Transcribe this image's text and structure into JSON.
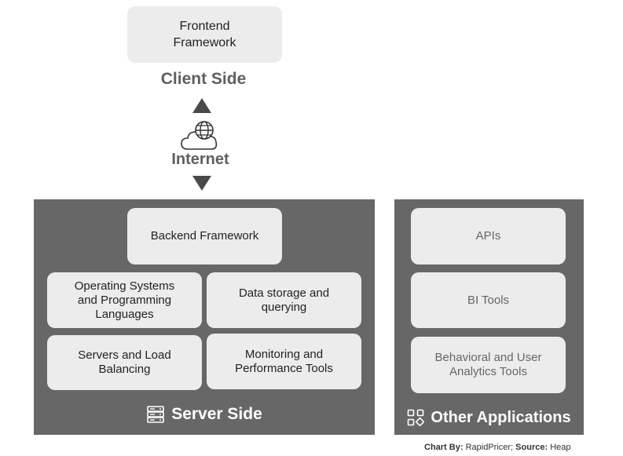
{
  "client": {
    "frontend_label": "Frontend\nFramework",
    "heading": "Client Side"
  },
  "internet": {
    "label": "Internet",
    "icon": "cloud-globe-icon"
  },
  "server": {
    "backend_label": "Backend Framework",
    "os_label": "Operating Systems\nand Programming\nLanguages",
    "data_label": "Data storage and\nquerying",
    "servers_label": "Servers and Load\nBalancing",
    "monitoring_label": "Monitoring and\nPerformance Tools",
    "title": "Server Side",
    "icon": "server-rack-icon"
  },
  "other": {
    "apis_label": "APIs",
    "bi_label": "BI Tools",
    "behavioral_label": "Behavioral and User\nAnalytics Tools",
    "title": "Other Applications",
    "icon": "apps-grid-icon"
  },
  "footer": {
    "chart_by_label": "Chart By:",
    "chart_by_value": "RapidPricer;",
    "source_label": "Source:",
    "source_value": "Heap"
  },
  "colors": {
    "panel": "#676767",
    "box": "#ececec",
    "heading": "#5f5f5f",
    "arrow": "#4a4a4a"
  }
}
